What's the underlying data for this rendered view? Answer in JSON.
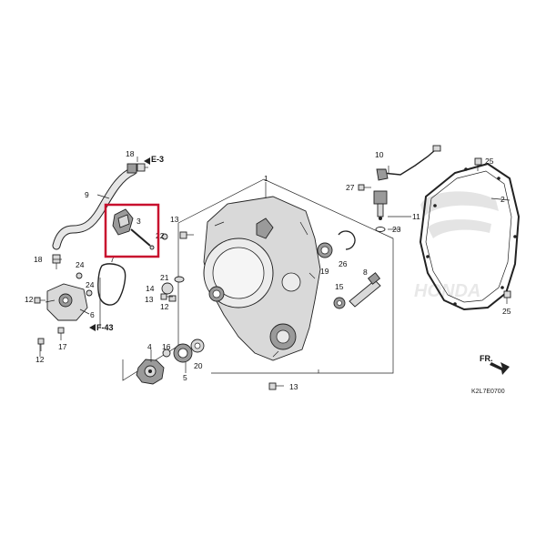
{
  "labels": {
    "p1": "1",
    "p2": "2",
    "p3": "3",
    "p4": "4",
    "p5": "5",
    "p6": "6",
    "p7": "7",
    "p8": "8",
    "p9": "9",
    "p10": "10",
    "p11": "11",
    "p12a": "12",
    "p12b": "12",
    "p12c": "12",
    "p13a": "13",
    "p13b": "13",
    "p13c": "13",
    "p14": "14",
    "p15": "15",
    "p16": "16",
    "p17": "17",
    "p18a": "18",
    "p18b": "18",
    "p19": "19",
    "p20": "20",
    "p21": "21",
    "p22": "22",
    "p23": "23",
    "p24a": "24",
    "p24b": "24",
    "p25a": "25",
    "p25b": "25",
    "p26": "26",
    "p27": "27"
  },
  "references": {
    "e3": "E-3",
    "f43": "F-43",
    "fr": "FR."
  },
  "brand": "HONDA",
  "diagram_code": "K2L7E0700",
  "highlight_color": "#c8102e"
}
